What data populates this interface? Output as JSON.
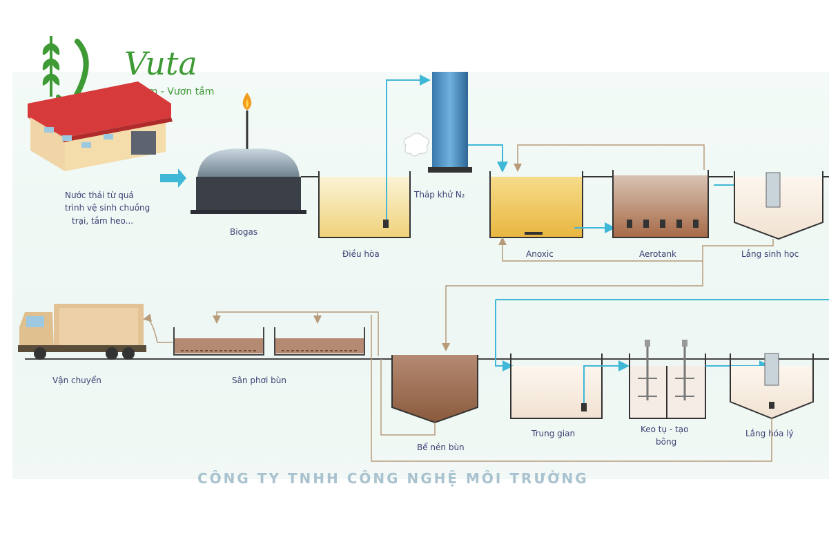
{
  "brand": {
    "name": "Vuta",
    "tagline": "Vững tâm - Vươn tầm",
    "colors": {
      "primary": "#3e9a35",
      "water": "#3fb7d6",
      "sludge": "#8a5a3c"
    }
  },
  "diagram": {
    "nodes": [
      {
        "id": "source",
        "label_lines": [
          "Nước thải từ quá",
          "trình vệ sinh chuồng",
          "trại, tắm heo..."
        ]
      },
      {
        "id": "biogas",
        "label_lines": [
          "Biogas"
        ]
      },
      {
        "id": "equalization",
        "label_lines": [
          "Điều hòa"
        ]
      },
      {
        "id": "cooling-tower",
        "label_lines": [
          "Tháp khử N₂"
        ]
      },
      {
        "id": "anoxic",
        "label_lines": [
          "Anoxic"
        ]
      },
      {
        "id": "aerotank",
        "label_lines": [
          "Aerotank"
        ]
      },
      {
        "id": "bio-settling",
        "label_lines": [
          "Lắng sinh học"
        ]
      },
      {
        "id": "transport",
        "label_lines": [
          "Vận chuyển"
        ]
      },
      {
        "id": "sludge-drying",
        "label_lines": [
          "Sân phơi bùn"
        ]
      },
      {
        "id": "sludge-tank",
        "label_lines": [
          "Bể nén bùn"
        ]
      },
      {
        "id": "intermediate",
        "label_lines": [
          "Trung gian"
        ]
      },
      {
        "id": "coagulation",
        "label_lines": [
          "Keo tụ - tạo",
          "bông"
        ]
      },
      {
        "id": "chem-settling",
        "label_lines": [
          "Lắng hóa lý"
        ]
      }
    ],
    "bottom_title": "CÔNG TY TNHH CÔNG NGHỆ MÔI TRƯỜNG"
  }
}
